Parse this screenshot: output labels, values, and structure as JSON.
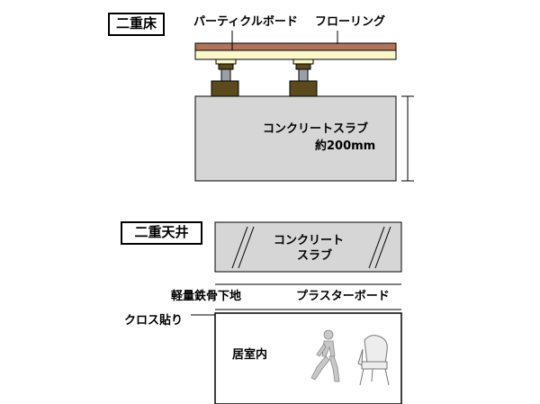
{
  "double_floor": {
    "title": "二重床",
    "particle_board_label": "パーティクルボード",
    "flooring_label": "フローリング",
    "slab_label_line1": "コンクリートスラブ",
    "slab_label_line2": "約200mm"
  },
  "double_ceiling": {
    "title": "二重天井",
    "slab_label_line1": "コンクリート",
    "slab_label_line2": "スラブ",
    "steel_frame_label": "軽量鉄骨下地",
    "plasterboard_label": "プラスターボード",
    "cloth_label": "クロス貼り",
    "room_label": "居室内"
  },
  "colors": {
    "flooring": "#b0735c",
    "particle_board": "#fbf8cc",
    "support_block": "#5b4a1c",
    "concrete": "#d6d6d6"
  },
  "icons": [
    "person-walking-icon",
    "chair-icon"
  ]
}
